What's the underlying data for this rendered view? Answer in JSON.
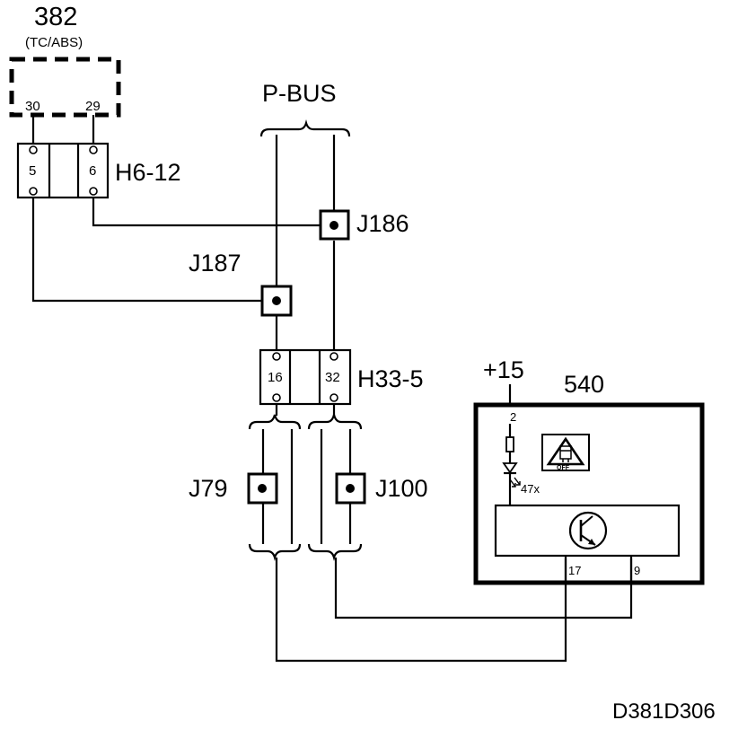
{
  "diagram": {
    "ecu_382": {
      "number": "382",
      "name": "(TC/ABS)",
      "pins": [
        "30",
        "29"
      ]
    },
    "bus_label": "P-BUS",
    "connector_h6_12": {
      "label": "H6-12",
      "pins": [
        "5",
        "6"
      ]
    },
    "connector_h33_5": {
      "label": "H33-5",
      "pins": [
        "16",
        "32"
      ]
    },
    "splices": {
      "j186": "J186",
      "j187": "J187",
      "j79": "J79",
      "j100": "J100"
    },
    "module_540": {
      "number": "540",
      "supply": "+15",
      "pins": [
        "2",
        "17",
        "9"
      ],
      "led_note": "47x",
      "icon_text": "OFF"
    },
    "drawing_code": "D381D306"
  }
}
